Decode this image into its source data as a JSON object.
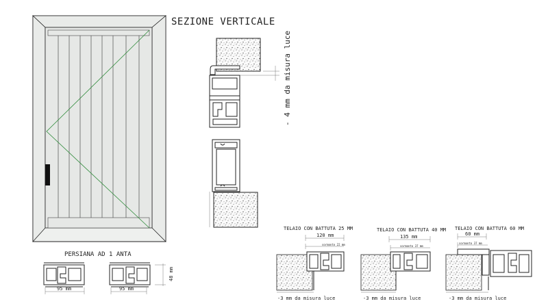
{
  "title": "SEZIONE VERTICALE",
  "vertical_note": "- 4 mm da misura luce",
  "door_caption": "PERSIANA AD 1 ANTA",
  "bottom_dims": {
    "left_width": "95 mm",
    "right_width": "95 mm",
    "height": "48 mm"
  },
  "frames": [
    {
      "title": "TELAIO CON BATTUTA 25 MM",
      "width": "120 mm",
      "sormonto": "sormonto 22 mm",
      "note": "-3 mm da misura luce"
    },
    {
      "title": "TELAIO CON BATTUTA 40 MM",
      "width": "135 mm",
      "sormonto": "sormonto 37 mm",
      "note": "-3 mm da misura luce"
    },
    {
      "title": "TELAIO CON BATTUTA 60 MM",
      "width": "60 mm",
      "sormonto": "sormonto 37 mm",
      "note": "-3 mm da misura luce"
    }
  ],
  "colors": {
    "line": "#222222",
    "panel": "#e6e8e6",
    "green": "#2e8b3a"
  }
}
